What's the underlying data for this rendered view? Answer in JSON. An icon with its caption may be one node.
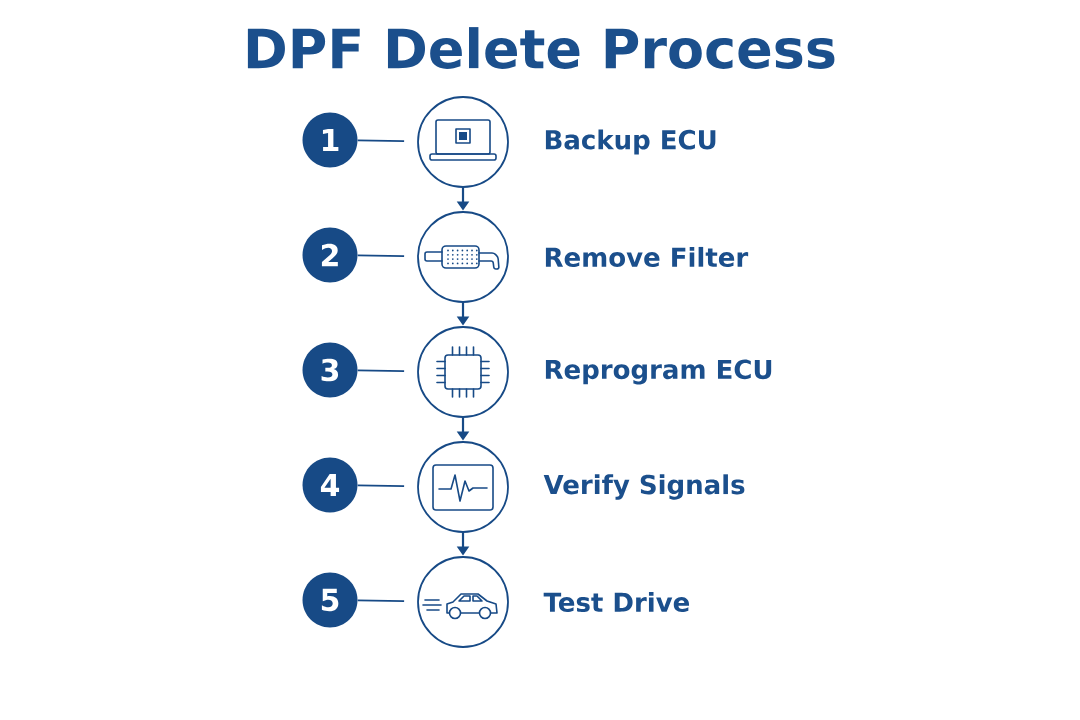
{
  "diagram": {
    "title": "DPF Delete Process",
    "nodes": [
      {
        "text": [
          "1"
        ]
      },
      {
        "text": [
          "Backup ECU"
        ]
      },
      {
        "text": [
          "2"
        ]
      },
      {
        "text": [
          "Remove Filter"
        ]
      },
      {
        "text": [
          "3"
        ]
      },
      {
        "text": [
          "Reprogram ECU"
        ]
      },
      {
        "text": [
          "4"
        ]
      },
      {
        "text": [
          "Verify Signals"
        ]
      },
      {
        "text": [
          "5"
        ]
      },
      {
        "text": [
          "Test Drive"
        ]
      }
    ],
    "edges": [
      {
        "from": 0,
        "to": 1,
        "arrow": "none"
      },
      {
        "from": 2,
        "to": 3,
        "arrow": "none"
      },
      {
        "from": 4,
        "to": 5,
        "arrow": "none"
      },
      {
        "from": 6,
        "to": 7,
        "arrow": "none"
      },
      {
        "from": 8,
        "to": 9,
        "arrow": "none"
      },
      {
        "from": 1,
        "to": 3,
        "arrow": "to"
      },
      {
        "from": 3,
        "to": 5,
        "arrow": "to"
      },
      {
        "from": 5,
        "to": 7,
        "arrow": "to"
      },
      {
        "from": 7,
        "to": 9,
        "arrow": "to"
      }
    ]
  }
}
